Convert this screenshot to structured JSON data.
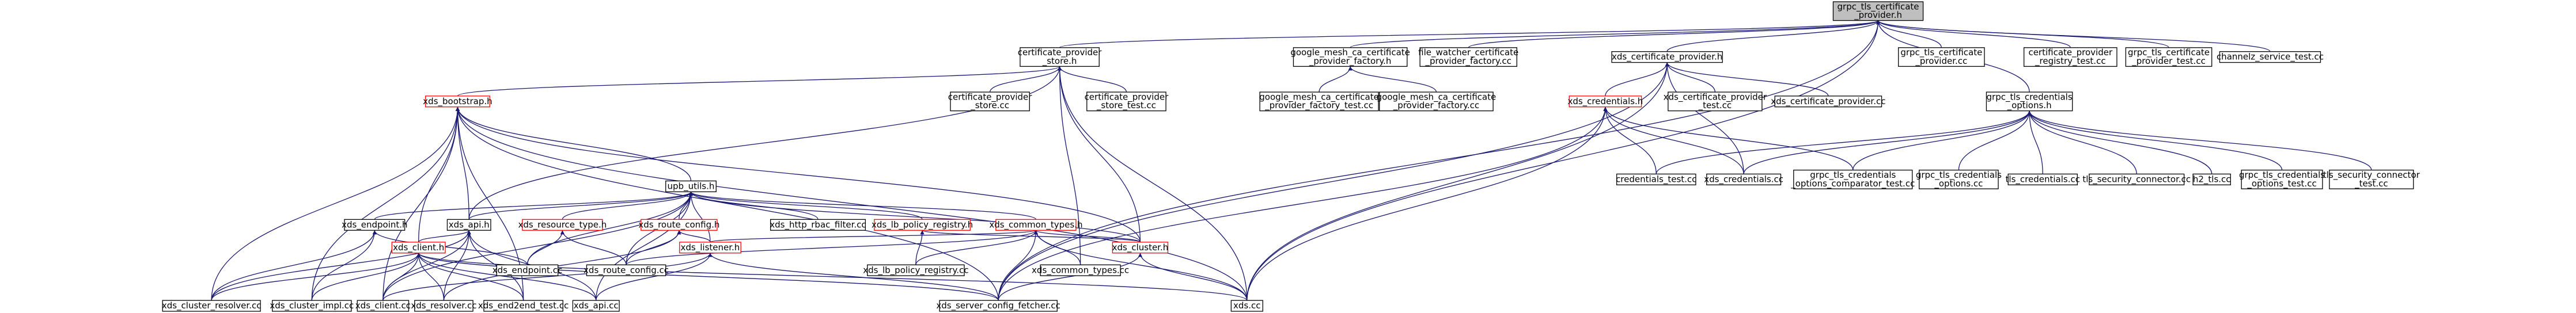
{
  "colors": {
    "edge": "#191970",
    "node_border": "#000000",
    "root_fill": "#bfbfbf",
    "incomplete_border": "#ff0000",
    "background": "#ffffff"
  },
  "graph": {
    "nodes": [
      {
        "id": "root",
        "label": [
          "grpc_tls_certificate",
          "_provider.h"
        ],
        "kind": "root"
      },
      {
        "id": "cps_h",
        "label": [
          "certificate_provider",
          "_store.h"
        ],
        "kind": "normal"
      },
      {
        "id": "gmca_h",
        "label": [
          "google_mesh_ca_certificate",
          "_provider_factory.h"
        ],
        "kind": "normal"
      },
      {
        "id": "fw_cc",
        "label": [
          "file_watcher_certificate",
          "_provider_factory.cc"
        ],
        "kind": "normal"
      },
      {
        "id": "xcp_h",
        "label": [
          "xds_certificate_provider.h"
        ],
        "kind": "normal"
      },
      {
        "id": "gtcp_cc",
        "label": [
          "grpc_tls_certificate",
          "_provider.cc"
        ],
        "kind": "normal"
      },
      {
        "id": "cprt_cc",
        "label": [
          "certificate_provider",
          "_registry_test.cc"
        ],
        "kind": "normal"
      },
      {
        "id": "gtcpt_cc",
        "label": [
          "grpc_tls_certificate",
          "_provider_test.cc"
        ],
        "kind": "normal"
      },
      {
        "id": "cz_cc",
        "label": [
          "channelz_service_test.cc"
        ],
        "kind": "normal"
      },
      {
        "id": "xb_h",
        "label": [
          "xds_bootstrap.h"
        ],
        "kind": "incomplete"
      },
      {
        "id": "cps_cc",
        "label": [
          "certificate_provider",
          "_store.cc"
        ],
        "kind": "normal"
      },
      {
        "id": "cpst_cc",
        "label": [
          "certificate_provider",
          "_store_test.cc"
        ],
        "kind": "normal"
      },
      {
        "id": "gmcat_cc",
        "label": [
          "google_mesh_ca_certificate",
          "_provider_factory_test.cc"
        ],
        "kind": "normal"
      },
      {
        "id": "gmca_cc",
        "label": [
          "google_mesh_ca_certificate",
          "_provider_factory.cc"
        ],
        "kind": "normal"
      },
      {
        "id": "xcred_h",
        "label": [
          "xds_credentials.h"
        ],
        "kind": "incomplete"
      },
      {
        "id": "xcpt_cc",
        "label": [
          "xds_certificate_provider",
          "_test.cc"
        ],
        "kind": "normal"
      },
      {
        "id": "xcp_cc",
        "label": [
          "xds_certificate_provider.cc"
        ],
        "kind": "normal"
      },
      {
        "id": "gtco_h",
        "label": [
          "grpc_tls_credentials",
          "_options.h"
        ],
        "kind": "normal"
      },
      {
        "id": "upb_h",
        "label": [
          "upb_utils.h"
        ],
        "kind": "normal"
      },
      {
        "id": "xep_h",
        "label": [
          "xds_endpoint.h"
        ],
        "kind": "normal"
      },
      {
        "id": "xapi_h",
        "label": [
          "xds_api.h"
        ],
        "kind": "normal"
      },
      {
        "id": "xrt_h",
        "label": [
          "xds_resource_type.h"
        ],
        "kind": "incomplete"
      },
      {
        "id": "xrc_h",
        "label": [
          "xds_route_config.h"
        ],
        "kind": "incomplete"
      },
      {
        "id": "xhrf_cc",
        "label": [
          "xds_http_rbac_filter.cc"
        ],
        "kind": "normal"
      },
      {
        "id": "xlpr_h",
        "label": [
          "xds_lb_policy_registry.h"
        ],
        "kind": "incomplete"
      },
      {
        "id": "xct_h",
        "label": [
          "xds_common_types.h"
        ],
        "kind": "incomplete"
      },
      {
        "id": "credt_cc",
        "label": [
          "credentials_test.cc"
        ],
        "kind": "normal"
      },
      {
        "id": "xcred_cc",
        "label": [
          "xds_credentials.cc"
        ],
        "kind": "normal"
      },
      {
        "id": "gtcoct_cc",
        "label": [
          "grpc_tls_credentials",
          "_options_comparator_test.cc"
        ],
        "kind": "normal"
      },
      {
        "id": "gtco_cc",
        "label": [
          "grpc_tls_credentials",
          "_options.cc"
        ],
        "kind": "normal"
      },
      {
        "id": "tlscred_cc",
        "label": [
          "tls_credentials.cc"
        ],
        "kind": "normal"
      },
      {
        "id": "tlssc_cc",
        "label": [
          "tls_security_connector.cc"
        ],
        "kind": "normal"
      },
      {
        "id": "h2tls_cc",
        "label": [
          "h2_tls.cc"
        ],
        "kind": "normal"
      },
      {
        "id": "gtcot_cc",
        "label": [
          "grpc_tls_credentials",
          "_options_test.cc"
        ],
        "kind": "normal"
      },
      {
        "id": "tlssct_cc",
        "label": [
          "tls_security_connector",
          "_test.cc"
        ],
        "kind": "normal"
      },
      {
        "id": "xcl_h",
        "label": [
          "xds_client.h"
        ],
        "kind": "incomplete"
      },
      {
        "id": "xl_h",
        "label": [
          "xds_listener.h"
        ],
        "kind": "incomplete"
      },
      {
        "id": "xep_cc",
        "label": [
          "xds_endpoint.cc"
        ],
        "kind": "normal"
      },
      {
        "id": "xrc_cc",
        "label": [
          "xds_route_config.cc"
        ],
        "kind": "normal"
      },
      {
        "id": "xlpr_cc",
        "label": [
          "xds_lb_policy_registry.cc"
        ],
        "kind": "normal"
      },
      {
        "id": "xctc_cc",
        "label": [
          "xds_common_types.cc"
        ],
        "kind": "normal"
      },
      {
        "id": "xclu_h",
        "label": [
          "xds_cluster.h"
        ],
        "kind": "incomplete"
      },
      {
        "id": "xcr_cc",
        "label": [
          "xds_cluster_resolver.cc"
        ],
        "kind": "normal"
      },
      {
        "id": "xci_cc",
        "label": [
          "xds_cluster_impl.cc"
        ],
        "kind": "normal"
      },
      {
        "id": "xclient_cc",
        "label": [
          "xds_client.cc"
        ],
        "kind": "normal"
      },
      {
        "id": "xres_cc",
        "label": [
          "xds_resolver.cc"
        ],
        "kind": "normal"
      },
      {
        "id": "xe2e_cc",
        "label": [
          "xds_end2end_test.cc"
        ],
        "kind": "normal"
      },
      {
        "id": "xapi_cc",
        "label": [
          "xds_api.cc"
        ],
        "kind": "normal"
      },
      {
        "id": "xscf_cc",
        "label": [
          "xds_server_config_fetcher.cc"
        ],
        "kind": "normal"
      },
      {
        "id": "xds_cc",
        "label": [
          "xds.cc"
        ],
        "kind": "normal"
      }
    ],
    "edges": [
      [
        "cps_h",
        "root"
      ],
      [
        "gmca_h",
        "root"
      ],
      [
        "fw_cc",
        "root"
      ],
      [
        "xcp_h",
        "root"
      ],
      [
        "gtcp_cc",
        "root"
      ],
      [
        "cprt_cc",
        "root"
      ],
      [
        "gtcpt_cc",
        "root"
      ],
      [
        "cz_cc",
        "root"
      ],
      [
        "gtco_h",
        "root"
      ],
      [
        "xscf_cc",
        "root"
      ],
      [
        "xds_cc",
        "root"
      ],
      [
        "xb_h",
        "cps_h"
      ],
      [
        "cps_cc",
        "cps_h"
      ],
      [
        "cpst_cc",
        "cps_h"
      ],
      [
        "xapi_h",
        "cps_h"
      ],
      [
        "xctc_cc",
        "cps_h"
      ],
      [
        "xclu_h",
        "cps_h"
      ],
      [
        "xds_cc",
        "cps_h"
      ],
      [
        "gmcat_cc",
        "gmca_h"
      ],
      [
        "gmca_cc",
        "gmca_h"
      ],
      [
        "xcred_h",
        "xcp_h"
      ],
      [
        "xcpt_cc",
        "xcp_h"
      ],
      [
        "xcp_cc",
        "xcp_h"
      ],
      [
        "xcred_cc",
        "xcp_h"
      ],
      [
        "xscf_cc",
        "xcp_h"
      ],
      [
        "xds_cc",
        "xcp_h"
      ],
      [
        "credt_cc",
        "gtco_h"
      ],
      [
        "xcred_cc",
        "gtco_h"
      ],
      [
        "gtcoct_cc",
        "gtco_h"
      ],
      [
        "gtco_cc",
        "gtco_h"
      ],
      [
        "tlscred_cc",
        "gtco_h"
      ],
      [
        "tlssc_cc",
        "gtco_h"
      ],
      [
        "h2tls_cc",
        "gtco_h"
      ],
      [
        "gtcot_cc",
        "gtco_h"
      ],
      [
        "tlssct_cc",
        "gtco_h"
      ],
      [
        "credt_cc",
        "xcred_h"
      ],
      [
        "xcred_cc",
        "xcred_h"
      ],
      [
        "gtcoct_cc",
        "xcred_h"
      ],
      [
        "xscf_cc",
        "xcred_h"
      ],
      [
        "xds_cc",
        "xcred_h"
      ],
      [
        "upb_h",
        "xb_h"
      ],
      [
        "xapi_h",
        "xb_h"
      ],
      [
        "xcl_h",
        "xb_h"
      ],
      [
        "xcr_cc",
        "xb_h"
      ],
      [
        "xci_cc",
        "xb_h"
      ],
      [
        "xclient_cc",
        "xb_h"
      ],
      [
        "xclu_h",
        "xb_h"
      ],
      [
        "xe2e_cc",
        "xb_h"
      ],
      [
        "xscf_cc",
        "xb_h"
      ],
      [
        "xds_cc",
        "xb_h"
      ],
      [
        "xep_h",
        "upb_h"
      ],
      [
        "xapi_h",
        "upb_h"
      ],
      [
        "xrt_h",
        "upb_h"
      ],
      [
        "xrc_h",
        "upb_h"
      ],
      [
        "xhrf_cc",
        "upb_h"
      ],
      [
        "xlpr_h",
        "upb_h"
      ],
      [
        "xct_h",
        "upb_h"
      ],
      [
        "xl_h",
        "upb_h"
      ],
      [
        "xclu_h",
        "upb_h"
      ],
      [
        "xep_cc",
        "upb_h"
      ],
      [
        "xrc_cc",
        "upb_h"
      ],
      [
        "xclient_cc",
        "upb_h"
      ],
      [
        "xapi_cc",
        "upb_h"
      ],
      [
        "xcl_h",
        "xapi_h"
      ],
      [
        "xcr_cc",
        "xapi_h"
      ],
      [
        "xclient_cc",
        "xapi_h"
      ],
      [
        "xres_cc",
        "xapi_h"
      ],
      [
        "xe2e_cc",
        "xapi_h"
      ],
      [
        "xapi_cc",
        "xapi_h"
      ],
      [
        "xcr_cc",
        "xep_h"
      ],
      [
        "xci_cc",
        "xep_h"
      ],
      [
        "xep_cc",
        "xep_h"
      ],
      [
        "xep_cc",
        "xrt_h"
      ],
      [
        "xrc_cc",
        "xrt_h"
      ],
      [
        "xl_h",
        "xrc_h"
      ],
      [
        "xrc_cc",
        "xrc_h"
      ],
      [
        "xres_cc",
        "xrc_h"
      ],
      [
        "xlpr_cc",
        "xlpr_h"
      ],
      [
        "xclu_h",
        "xlpr_h"
      ],
      [
        "xl_h",
        "xct_h"
      ],
      [
        "xclu_h",
        "xct_h"
      ],
      [
        "xctc_cc",
        "xct_h"
      ],
      [
        "xlpr_cc",
        "xct_h"
      ],
      [
        "xrc_cc",
        "xct_h"
      ],
      [
        "xscf_cc",
        "xct_h"
      ],
      [
        "xds_cc",
        "xct_h"
      ],
      [
        "xscf_cc",
        "xl_h"
      ],
      [
        "xapi_cc",
        "xl_h"
      ],
      [
        "xclient_cc",
        "xl_h"
      ],
      [
        "xcr_cc",
        "xcl_h"
      ],
      [
        "xci_cc",
        "xcl_h"
      ],
      [
        "xclient_cc",
        "xcl_h"
      ],
      [
        "xres_cc",
        "xcl_h"
      ],
      [
        "xe2e_cc",
        "xcl_h"
      ],
      [
        "xapi_cc",
        "xcl_h"
      ],
      [
        "xscf_cc",
        "xcl_h"
      ],
      [
        "xds_cc",
        "xcl_h"
      ],
      [
        "xds_cc",
        "xclu_h"
      ],
      [
        "xscf_cc",
        "xclu_h"
      ]
    ]
  }
}
